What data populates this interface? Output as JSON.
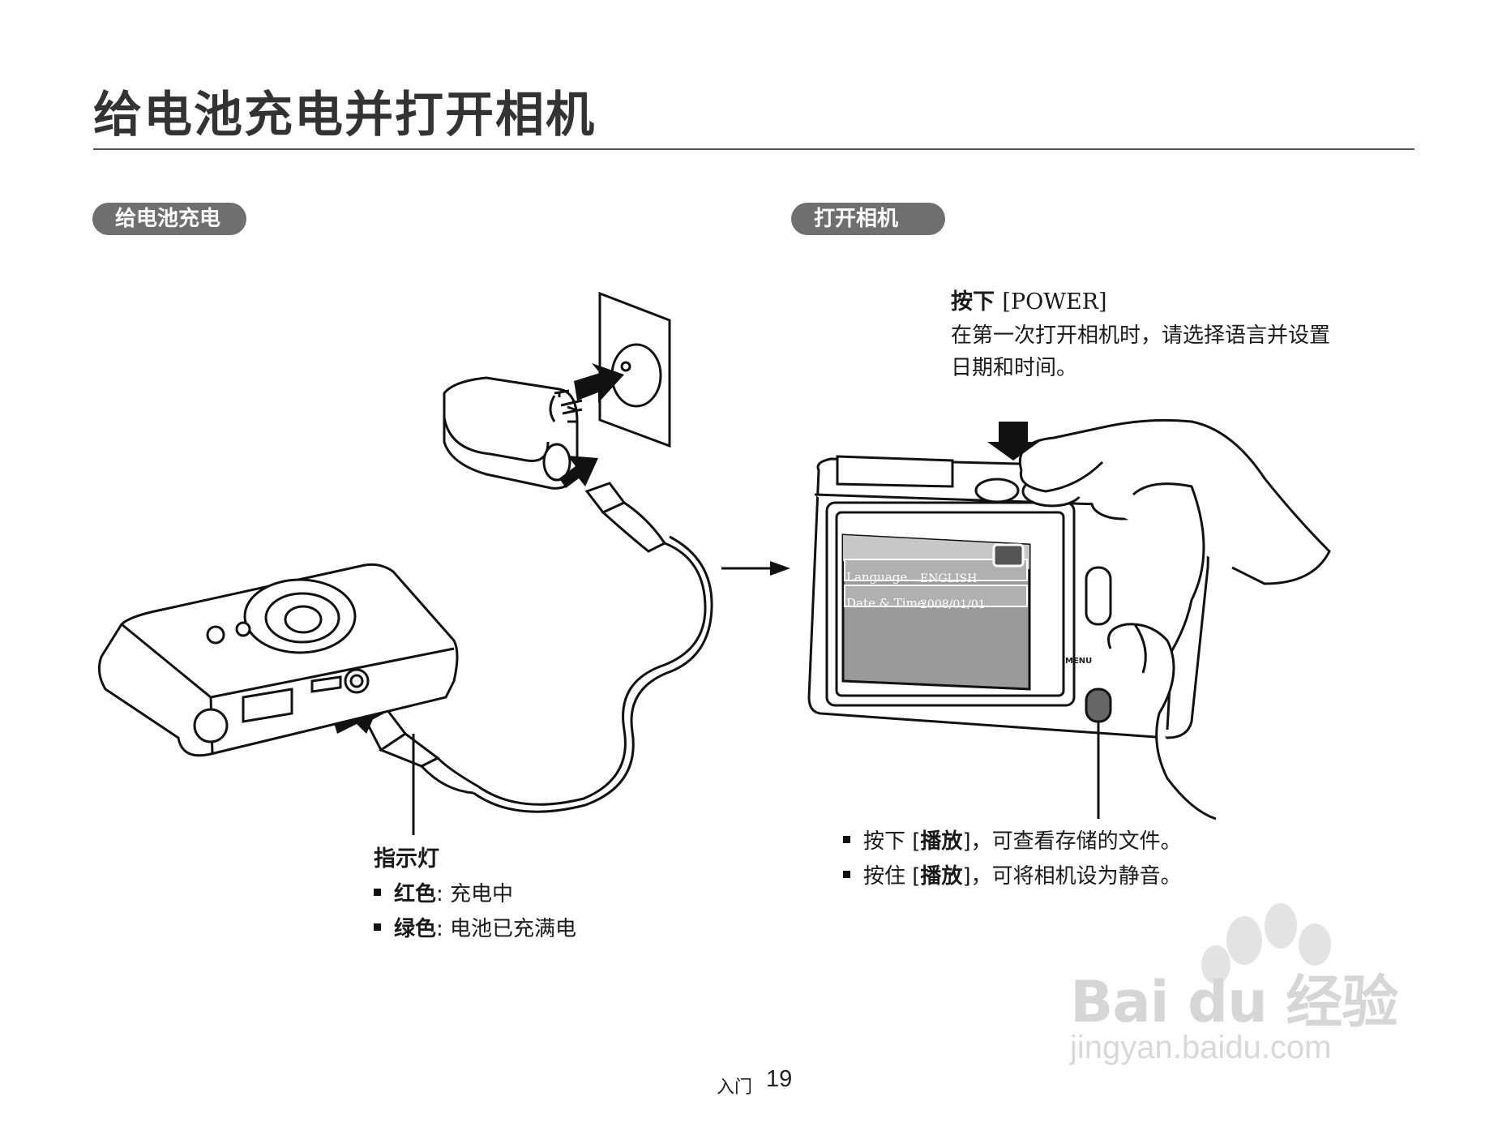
{
  "page": {
    "title": "给电池充电并打开相机",
    "section_left": "给电池充电",
    "section_right": "打开相机"
  },
  "power": {
    "prefix": "按下",
    "key": "[POWER]",
    "desc": "在第一次打开相机时，请选择语言并设置日期和时间。"
  },
  "indicator": {
    "title": "指示灯",
    "items": [
      {
        "color": "红色",
        "sep": ":",
        "text": "充电中"
      },
      {
        "color": "绿色",
        "sep": ":",
        "text": "电池已充满电"
      }
    ]
  },
  "playback": {
    "items": [
      {
        "prefix": "按下 [",
        "key": "播放",
        "suffix": "]，可查看存储的文件。"
      },
      {
        "prefix": "按住 [",
        "key": "播放",
        "suffix": "]，可将相机设为静音。"
      }
    ]
  },
  "screen": {
    "row1_label": "Language",
    "row1_value": "ENGLISH",
    "row2_label": "Date & Time",
    "row2_value": "2008/01/01"
  },
  "camera_labels": {
    "menu": "MENU"
  },
  "footer": {
    "section": "入门",
    "page_number": "19"
  },
  "watermark": {
    "brand": "Bai du 经验",
    "url": "jingyan.baidu.com"
  }
}
